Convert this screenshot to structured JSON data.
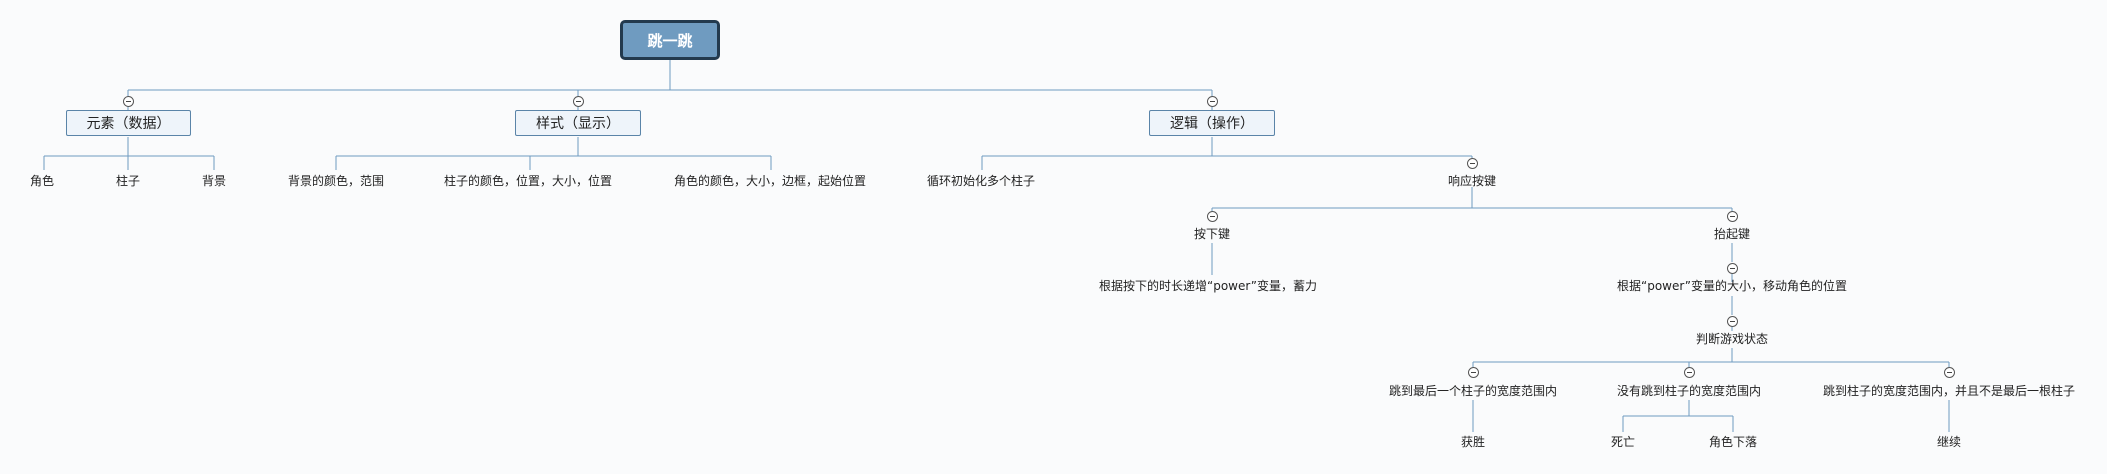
{
  "root": "跳一跳",
  "main_topics": {
    "elements": "元素（数据）",
    "style": "样式（显示）",
    "logic": "逻辑（操作）"
  },
  "elements": {
    "role": "角色",
    "pillar": "柱子",
    "background": "背景"
  },
  "style": {
    "bg": "背景的颜色，范围",
    "pillar": "柱子的颜色，位置，大小，位置",
    "role": "角色的颜色，大小，边框，起始位置"
  },
  "logic": {
    "loop_init": "循环初始化多个柱子",
    "respond": "响应按键",
    "press": "按下键",
    "press_detail": "根据按下的时长递增“power”变量，蓄力",
    "release": "抬起键",
    "release_detail": "根据“power”变量的大小，移动角色的位置",
    "judge": "判断游戏状态",
    "jump_last": "跳到最后一个柱子的宽度范围内",
    "win": "获胜",
    "miss": "没有跳到柱子的宽度范围内",
    "death": "死亡",
    "fall": "角色下落",
    "jump_not_last": "跳到柱子的宽度范围内，并且不是最后一根柱子",
    "continue": "继续"
  },
  "colors": {
    "line": "#6f9bc0",
    "root_fill": "#6f9bc0",
    "root_border": "#233a4e",
    "topic_fill": "#eef4fa"
  },
  "icons": {
    "collapse": "collapse-minus-icon"
  }
}
